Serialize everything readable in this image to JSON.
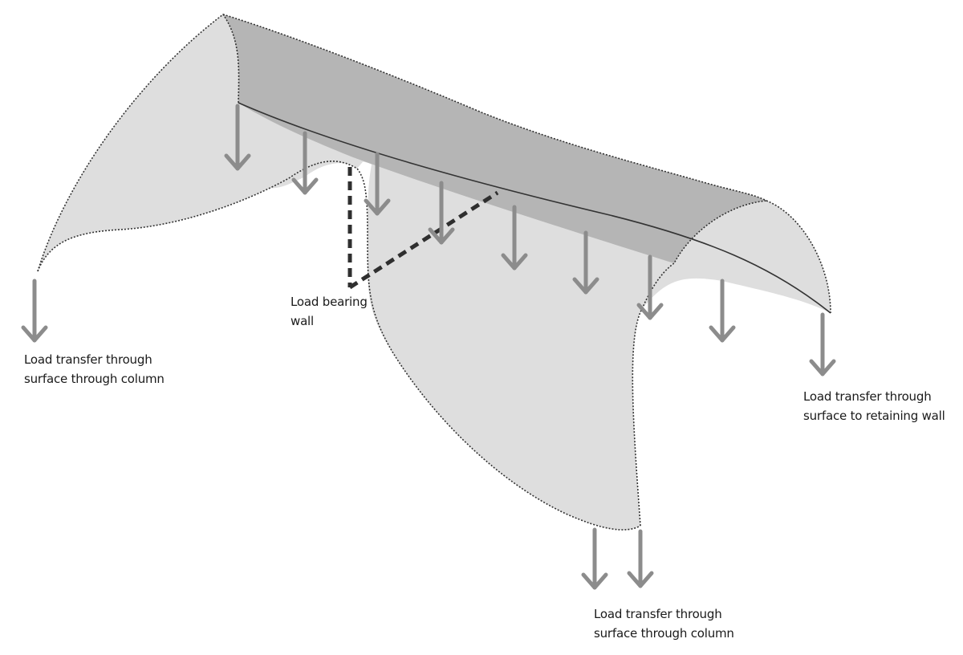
{
  "colors": {
    "background": "#ffffff",
    "surface_fill": "#dedede",
    "roof_band_fill": "#b5b5b5",
    "arrow": "#8c8c8c",
    "wall_dash": "#2f2f2f",
    "outline": "#333333",
    "text": "#1a1a1a"
  },
  "labels": {
    "column_left": [
      "Load transfer through",
      "surface through column"
    ],
    "bearing_wall": [
      "Load bearing",
      "wall"
    ],
    "retaining_wall": [
      "Load transfer through",
      "surface to retaining wall"
    ],
    "column_bottom": [
      "Load transfer through",
      "surface through column"
    ]
  },
  "icons": {
    "load_arrow": "down-arrow-icon"
  }
}
